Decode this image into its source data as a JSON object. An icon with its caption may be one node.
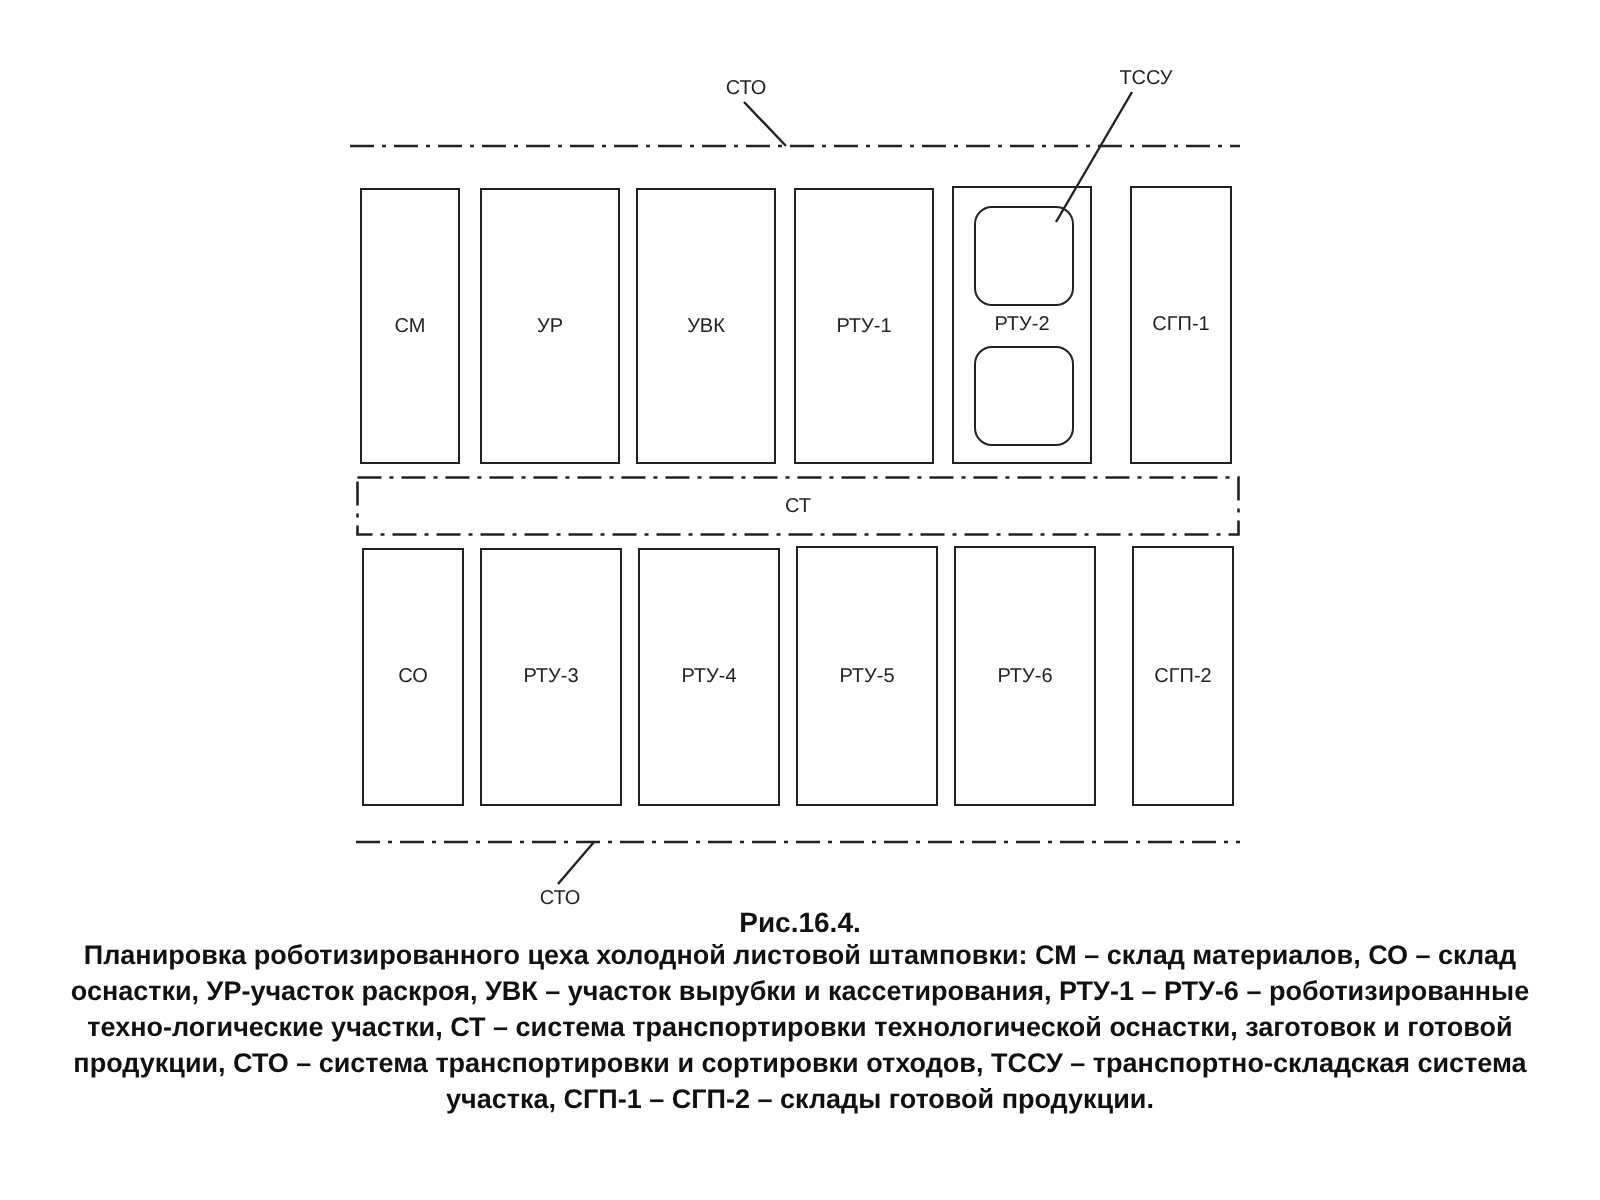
{
  "diagram": {
    "title": "Рис.16.4.",
    "caption": "Планировка роботизированного цеха холодной листовой штамповки: СМ – склад материалов, СО – склад оснастки, УР-участок раскроя, УВК – участок вырубки и кассетирования, РТУ-1 – РТУ-6 – роботизированные техно-логические участки, СТ – система транспортировки технологической оснастки, заготовок и готовой продукции, СТО – система транспортировки и сортировки отходов, ТССУ – транспортно-складская система участка, СГП-1 – СГП-2 – склады готовой продукции.",
    "nodes": [
      {
        "text": [
          "СТО"
        ]
      },
      {
        "text": [],
        "shape": "line"
      },
      {
        "text": [
          "ТССУ"
        ]
      },
      {
        "text": [
          "СМ"
        ]
      },
      {
        "text": [
          "УР"
        ]
      },
      {
        "text": [
          "УВК"
        ]
      },
      {
        "text": [
          "РТУ-1"
        ]
      },
      {
        "text": [
          "РТУ-2"
        ]
      },
      {
        "text": [],
        "shape": "box",
        "in": 7
      },
      {
        "text": [],
        "shape": "box",
        "in": 7
      },
      {
        "text": [
          "СГП-1"
        ]
      },
      {
        "text": [
          "СТ"
        ]
      },
      {
        "text": [
          "СО"
        ]
      },
      {
        "text": [
          "РТУ-3"
        ]
      },
      {
        "text": [
          "РТУ-4"
        ]
      },
      {
        "text": [
          "РТУ-5"
        ]
      },
      {
        "text": [
          "РТУ-6"
        ]
      },
      {
        "text": [
          "СГП-2"
        ]
      },
      {
        "text": [],
        "shape": "line"
      },
      {
        "text": [
          "СТО"
        ]
      }
    ],
    "edges": [
      {
        "from": 0,
        "to": 1,
        "arrow": "none"
      },
      {
        "from": 2,
        "to": 8,
        "arrow": "none"
      },
      {
        "from": 19,
        "to": 18,
        "arrow": "none"
      }
    ]
  }
}
